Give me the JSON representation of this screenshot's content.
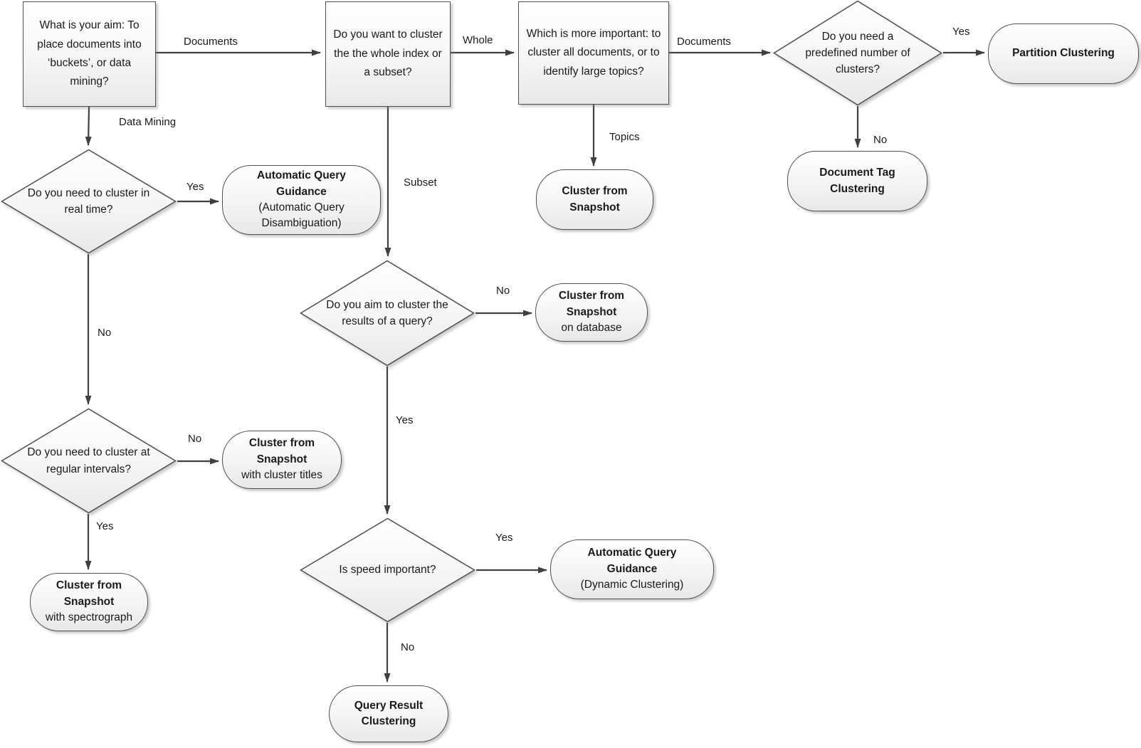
{
  "diagram_title": "Document clustering decision flowchart",
  "colors": {
    "node_border": "#4f4f4f",
    "node_fill_top": "#ffffff",
    "node_fill_bottom": "#e8e8e8",
    "arrow": "#404040",
    "text": "#1a1a1a",
    "background": "#ffffff"
  },
  "nodes": {
    "aim": {
      "type": "process",
      "text": "What is your aim: To place documents into ‘buckets’, or data mining?"
    },
    "whole_or_subset": {
      "type": "process",
      "text": "Do you want to cluster the the whole index or a subset?"
    },
    "importance": {
      "type": "process",
      "text": "Which is more important: to cluster all documents, or to identify large topics?"
    },
    "predefined": {
      "type": "decision",
      "text": "Do you need a predefined number of clusters?"
    },
    "realtime": {
      "type": "decision",
      "text": "Do you need to cluster in real time?"
    },
    "query": {
      "type": "decision",
      "text": "Do you aim to cluster the results of a query?"
    },
    "intervals": {
      "type": "decision",
      "text": "Do you need to cluster at regular intervals?"
    },
    "speed": {
      "type": "decision",
      "text": "Is speed important?"
    },
    "partition": {
      "type": "terminator",
      "title": "Partition Clustering"
    },
    "doc_tag": {
      "type": "terminator",
      "title": "Document Tag Clustering"
    },
    "snapshot": {
      "type": "terminator",
      "title": "Cluster from Snapshot"
    },
    "aqg_disambiguation": {
      "type": "terminator",
      "title": "Automatic Query Guidance",
      "subtitle": "(Automatic Query Disambiguation)"
    },
    "snapshot_db": {
      "type": "terminator",
      "title": "Cluster from Snapshot",
      "subtitle": "on database"
    },
    "snapshot_titles": {
      "type": "terminator",
      "title": "Cluster from Snapshot",
      "subtitle": "with cluster titles"
    },
    "snapshot_spectrograph": {
      "type": "terminator",
      "title": "Cluster from Snapshot",
      "subtitle": "with spectrograph"
    },
    "aqg_dynamic": {
      "type": "terminator",
      "title": "Automatic Query Guidance",
      "subtitle": "(Dynamic Clustering)"
    },
    "query_result": {
      "type": "terminator",
      "title": "Query Result Clustering"
    }
  },
  "edge_labels": {
    "documents_1": "Documents",
    "whole": "Whole",
    "documents_2": "Documents",
    "yes_partition": "Yes",
    "no_doc_tag": "No",
    "topics": "Topics",
    "data_mining": "Data Mining",
    "yes_aqg": "Yes",
    "no_intervals": "No",
    "subset": "Subset",
    "no_snapshot_db": "No",
    "yes_speed": "Yes",
    "no_titles": "No",
    "yes_spectrograph": "Yes",
    "yes_aqg_dynamic": "Yes",
    "no_query_result": "No"
  }
}
